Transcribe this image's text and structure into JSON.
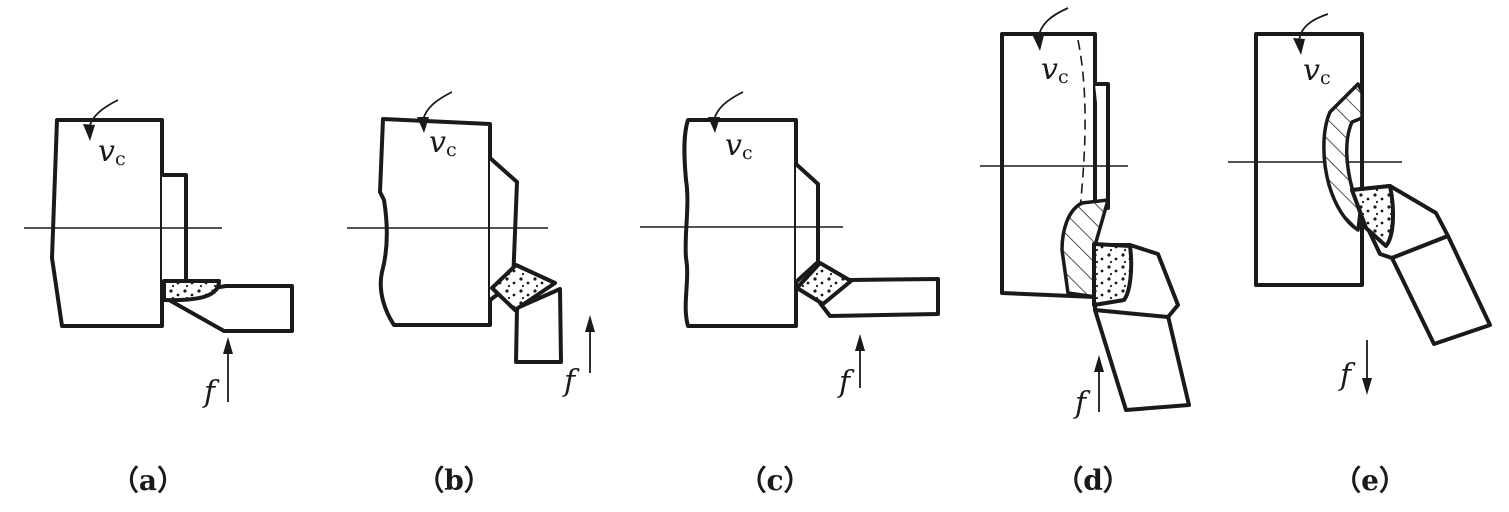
{
  "symbols": {
    "cutting_speed": "v",
    "cutting_speed_sub": "c",
    "feed": "f"
  },
  "panels": [
    {
      "label": "（a）",
      "feed_direction": "up"
    },
    {
      "label": "（b）",
      "feed_direction": "up"
    },
    {
      "label": "（c）",
      "feed_direction": "up"
    },
    {
      "label": "（d）",
      "feed_direction": "up"
    },
    {
      "label": "（e）",
      "feed_direction": "down"
    }
  ]
}
